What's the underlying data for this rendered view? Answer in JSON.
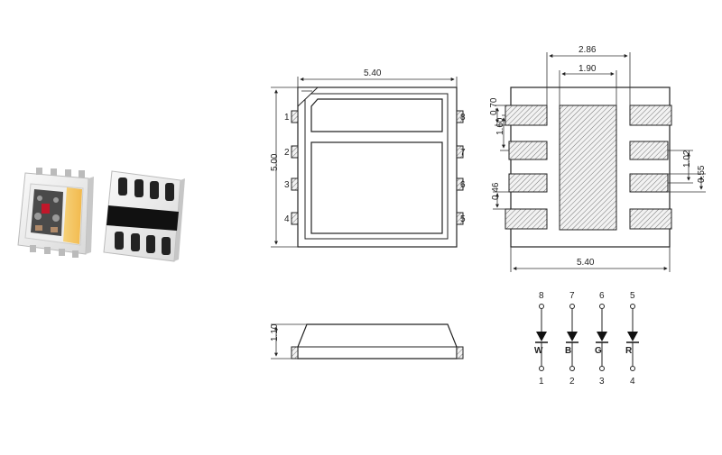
{
  "photo": {
    "description_icon": "smd-led-5050-photo"
  },
  "top_view": {
    "width_label": "5.40",
    "height_label": "5.00",
    "pins_left": [
      "1",
      "2",
      "3",
      "4"
    ],
    "pins_right": [
      "8",
      "7",
      "6",
      "5"
    ]
  },
  "bottom_view": {
    "center_outer_label": "2.86",
    "center_inner_label": "1.90",
    "pad_height_label": "0.70",
    "pitch_label": "1.60",
    "pad_gap_label": "0.46",
    "right_dim_a_label": "1.02",
    "right_dim_b_label": "0.55",
    "width_label": "5.40"
  },
  "side_view": {
    "height_label": "1.10"
  },
  "schematic": {
    "top_pins": [
      "8",
      "7",
      "6",
      "5"
    ],
    "bottom_pins": [
      "1",
      "2",
      "3",
      "4"
    ],
    "diode_labels": [
      "W",
      "B",
      "G",
      "R"
    ]
  },
  "colors": {
    "line": "#222222",
    "pad_fill": "#d8d8d8"
  }
}
